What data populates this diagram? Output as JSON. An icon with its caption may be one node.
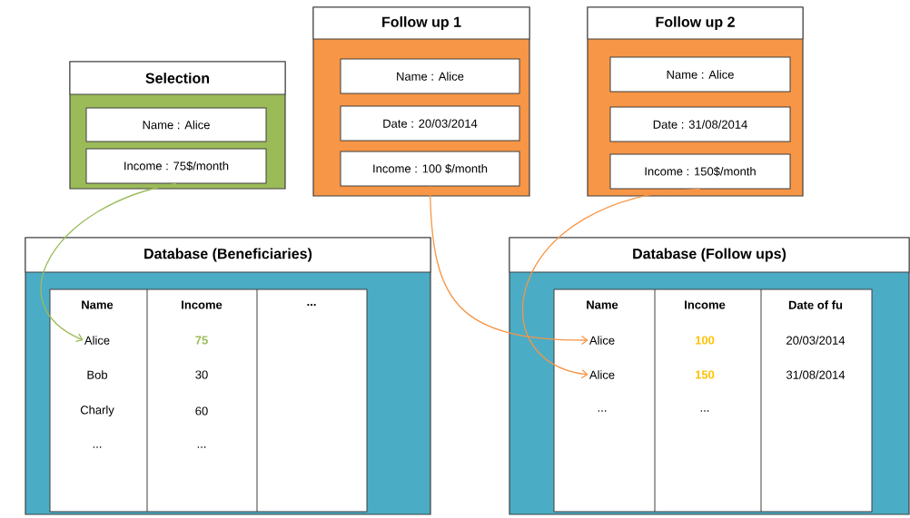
{
  "diagram": {
    "nodes": [
      {
        "text": [
          "Selection"
        ]
      },
      {
        "text": [
          "Name : Alice"
        ],
        "in": 0
      },
      {
        "text": [
          "Income : 75$/month"
        ],
        "in": 0
      },
      {
        "text": [
          "Follow up 1"
        ]
      },
      {
        "text": [
          "Name : Alice"
        ],
        "in": 3
      },
      {
        "text": [
          "Date : 20/03/2014"
        ],
        "in": 3
      },
      {
        "text": [
          "Income : 100 $/month"
        ],
        "in": 3
      },
      {
        "text": [
          "Follow up 2"
        ]
      },
      {
        "text": [
          "Name : Alice"
        ],
        "in": 7
      },
      {
        "text": [
          "Date : 31/08/2014"
        ],
        "in": 7
      },
      {
        "text": [
          "Income : 150$/month"
        ],
        "in": 7
      },
      {
        "text": [
          "Database (Beneficiaries)"
        ]
      },
      {
        "text": [],
        "shape": "box",
        "in": 11
      },
      {
        "text": [
          "Alice"
        ],
        "in": 12
      },
      {
        "text": [
          "Database (Follow ups)"
        ]
      },
      {
        "text": [],
        "shape": "box",
        "in": 14
      },
      {
        "text": [
          "Alice"
        ],
        "in": 15
      },
      {
        "text": [
          "Alice"
        ],
        "in": 15
      }
    ],
    "edges": [
      {
        "from": 2,
        "to": 13,
        "arrow": "to",
        "color": "#9bbb59"
      },
      {
        "from": 6,
        "to": 16,
        "arrow": "to"
      },
      {
        "from": 10,
        "to": 17,
        "arrow": "to"
      }
    ],
    "labels": [
      "Name",
      "Income",
      "...",
      "75",
      "Bob",
      "30",
      "Charly",
      "60",
      "...",
      "...",
      "Name",
      "Income",
      "Date of fu",
      "100",
      "20/03/2014",
      "150",
      "31/08/2014",
      "...",
      "..."
    ]
  }
}
